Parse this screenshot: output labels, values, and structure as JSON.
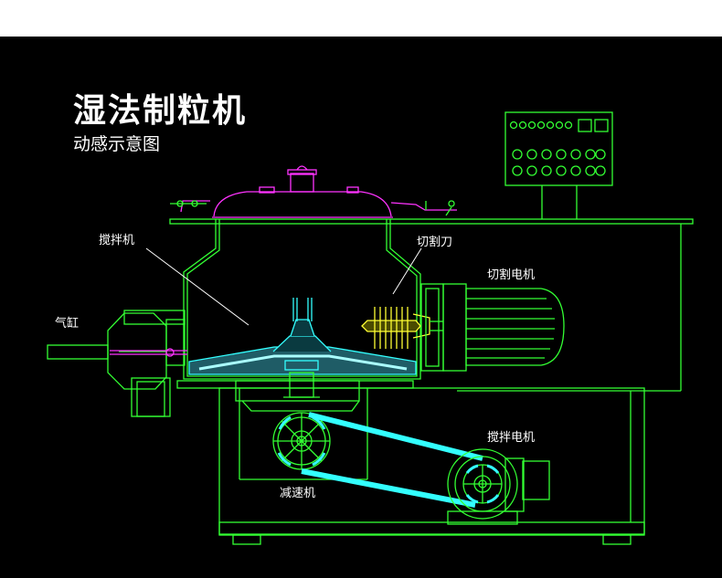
{
  "title": "湿法制粒机",
  "subtitle": "动感示意图",
  "labels": {
    "agitator": "搅拌机",
    "cutter": "切割刀",
    "cutting_motor": "切割电机",
    "cylinder": "气缸",
    "stirring_motor": "搅拌电机",
    "reducer": "减速机"
  },
  "colors": {
    "frame": "#33ff33",
    "lid": "#ff33ff",
    "impeller": "#33ffff",
    "cutter_blade": "#ffff33",
    "text": "#ffffff",
    "background": "#000000"
  }
}
